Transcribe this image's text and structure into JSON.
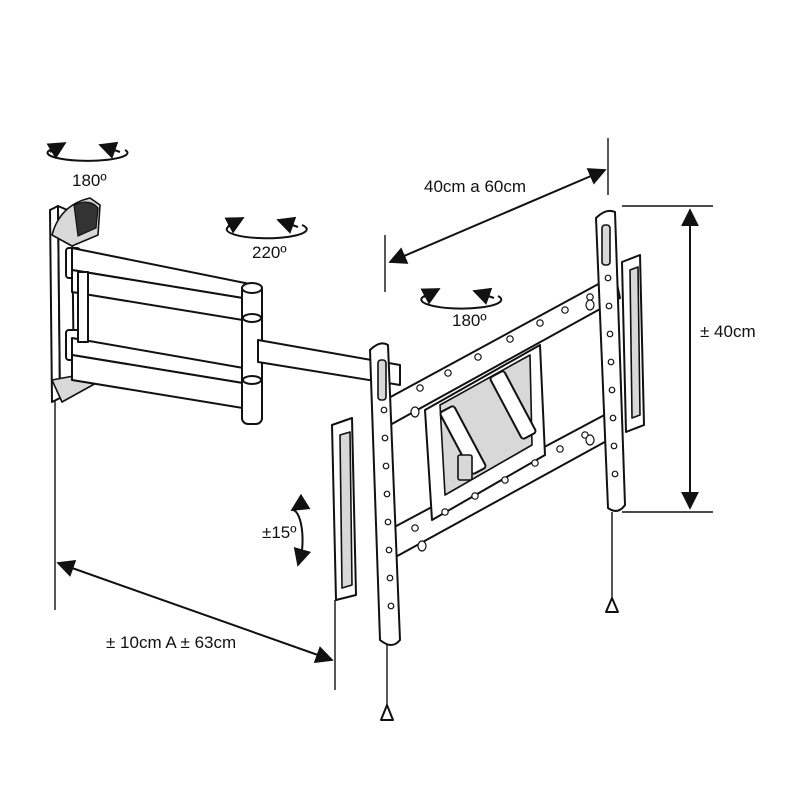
{
  "labels": {
    "wall_swivel": "180º",
    "arm_swivel": "220º",
    "plate_swivel": "180º",
    "width_range": "40cm a 60cm",
    "height_range": "± 40cm",
    "tilt": "±15º",
    "extension": "± 10cm A ± 63cm"
  }
}
